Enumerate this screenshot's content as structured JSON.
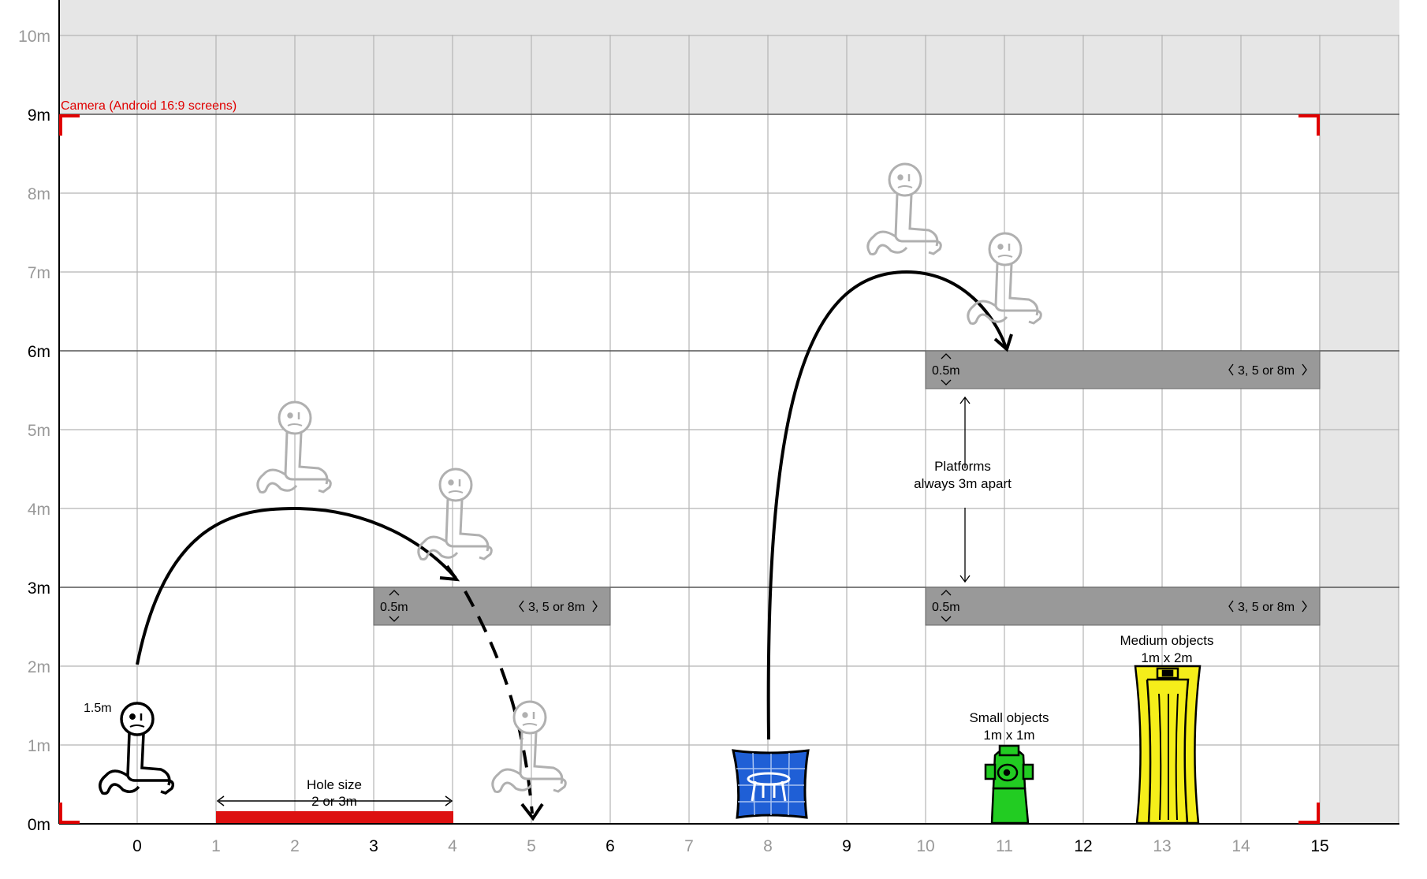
{
  "diagram": {
    "camera_label": "Camera (Android 16:9 screens)",
    "y_ticks": [
      {
        "value": 0,
        "label": "0m",
        "major": true
      },
      {
        "value": 1,
        "label": "1m",
        "major": false
      },
      {
        "value": 2,
        "label": "2m",
        "major": false
      },
      {
        "value": 3,
        "label": "3m",
        "major": true
      },
      {
        "value": 4,
        "label": "4m",
        "major": false
      },
      {
        "value": 5,
        "label": "5m",
        "major": false
      },
      {
        "value": 6,
        "label": "6m",
        "major": true
      },
      {
        "value": 7,
        "label": "7m",
        "major": false
      },
      {
        "value": 8,
        "label": "8m",
        "major": false
      },
      {
        "value": 9,
        "label": "9m",
        "major": true
      },
      {
        "value": 10,
        "label": "10m",
        "major": false
      }
    ],
    "x_ticks": [
      {
        "value": 0,
        "label": "0",
        "major": true
      },
      {
        "value": 1,
        "label": "1",
        "major": false
      },
      {
        "value": 2,
        "label": "2",
        "major": false
      },
      {
        "value": 3,
        "label": "3",
        "major": true
      },
      {
        "value": 4,
        "label": "4",
        "major": false
      },
      {
        "value": 5,
        "label": "5",
        "major": false
      },
      {
        "value": 6,
        "label": "6",
        "major": true
      },
      {
        "value": 7,
        "label": "7",
        "major": false
      },
      {
        "value": 8,
        "label": "8",
        "major": false
      },
      {
        "value": 9,
        "label": "9",
        "major": true
      },
      {
        "value": 10,
        "label": "10",
        "major": false
      },
      {
        "value": 11,
        "label": "11",
        "major": false
      },
      {
        "value": 12,
        "label": "12",
        "major": true
      },
      {
        "value": 13,
        "label": "13",
        "major": false
      },
      {
        "value": 14,
        "label": "14",
        "major": false
      },
      {
        "value": 15,
        "label": "15",
        "major": true
      }
    ],
    "platforms": [
      {
        "x_start": 3,
        "x_end": 6,
        "y_top": 3,
        "thickness_label": "0.5m",
        "length_label": "3, 5 or 8m"
      },
      {
        "x_start": 10,
        "x_end": 15,
        "y_top": 3,
        "thickness_label": "0.5m",
        "length_label": "3, 5 or 8m"
      },
      {
        "x_start": 10,
        "x_end": 15,
        "y_top": 6,
        "thickness_label": "0.5m",
        "length_label": "3, 5 or 8m"
      }
    ],
    "hole": {
      "x_start": 1,
      "x_end": 4,
      "label_line1": "Hole size",
      "label_line2": "2 or 3m"
    },
    "player_height_label": "1.5m",
    "platform_spacing": {
      "line1": "Platforms",
      "line2": "always 3m apart"
    },
    "small_objects": {
      "line1": "Small objects",
      "line2": "1m x 1m"
    },
    "medium_objects": {
      "line1": "Medium objects",
      "line2": "1m x 2m"
    },
    "colors": {
      "camera": "#e00000",
      "hole": "#dd1111",
      "platform": "#999999",
      "trampoline": "#1f5fd6",
      "hydrant": "#22cc22",
      "door": "#f5ee1a",
      "outside_camera": "#e6e6e6",
      "grid": "#b5b5b5"
    }
  }
}
